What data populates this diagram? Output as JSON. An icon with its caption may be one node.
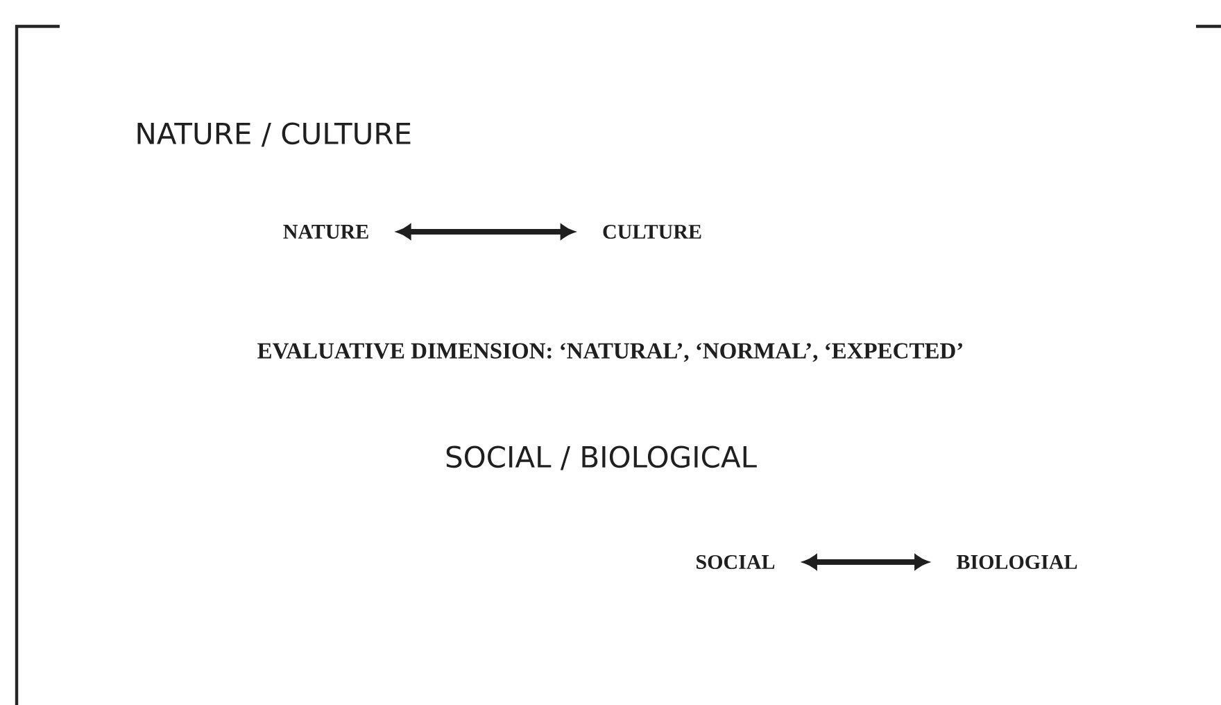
{
  "diagram": {
    "nodes": [
      {
        "text": [
          "NATURE"
        ]
      },
      {
        "text": [
          "CULTURE"
        ]
      },
      {
        "text": [
          "SOCIAL"
        ]
      },
      {
        "text": [
          "BIOLOGIAL"
        ]
      }
    ],
    "edges": [
      {
        "from": 0,
        "to": 1,
        "arrow": "both"
      },
      {
        "from": 2,
        "to": 3,
        "arrow": "both"
      }
    ],
    "labels": [
      "NATURE / CULTURE",
      "EVALUATIVE DIMENSION: ‘NATURAL’, ‘NORMAL’, ‘EXPECTED’",
      "SOCIAL / BIOLOGICAL"
    ]
  }
}
